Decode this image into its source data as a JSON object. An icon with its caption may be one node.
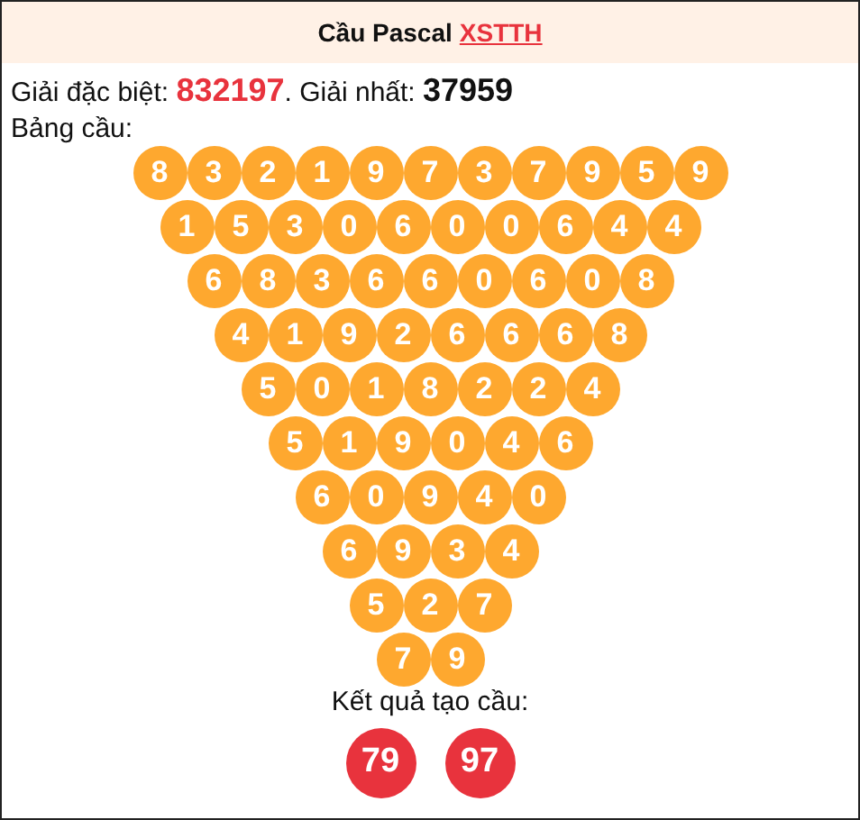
{
  "diagram": {
    "title": "Cầu Pascal",
    "nodes": [
      {
        "text": [
          "8"
        ]
      },
      {
        "text": [
          "3"
        ]
      },
      {
        "text": [
          "2"
        ]
      },
      {
        "text": [
          "1"
        ]
      },
      {
        "text": [
          "9"
        ]
      },
      {
        "text": [
          "7"
        ]
      },
      {
        "text": [
          "3"
        ]
      },
      {
        "text": [
          "7"
        ]
      },
      {
        "text": [
          "9"
        ]
      },
      {
        "text": [
          "5"
        ]
      },
      {
        "text": [
          "9"
        ]
      },
      {
        "text": [
          "1"
        ]
      },
      {
        "text": [
          "5"
        ]
      },
      {
        "text": [
          "3"
        ]
      },
      {
        "text": [
          "0"
        ]
      },
      {
        "text": [
          "6"
        ]
      },
      {
        "text": [
          "0"
        ]
      },
      {
        "text": [
          "0"
        ]
      },
      {
        "text": [
          "6"
        ]
      },
      {
        "text": [
          "4"
        ]
      },
      {
        "text": [
          "4"
        ]
      },
      {
        "text": [
          "6"
        ]
      },
      {
        "text": [
          "8"
        ]
      },
      {
        "text": [
          "3"
        ]
      },
      {
        "text": [
          "6"
        ]
      },
      {
        "text": [
          "6"
        ]
      },
      {
        "text": [
          "0"
        ]
      },
      {
        "text": [
          "6"
        ]
      },
      {
        "text": [
          "0"
        ]
      },
      {
        "text": [
          "8"
        ]
      },
      {
        "text": [
          "4"
        ]
      },
      {
        "text": [
          "1"
        ]
      },
      {
        "text": [
          "9"
        ]
      },
      {
        "text": [
          "2"
        ]
      },
      {
        "text": [
          "6"
        ]
      },
      {
        "text": [
          "6"
        ]
      },
      {
        "text": [
          "6"
        ]
      },
      {
        "text": [
          "8"
        ]
      },
      {
        "text": [
          "5"
        ]
      },
      {
        "text": [
          "0"
        ]
      },
      {
        "text": [
          "1"
        ]
      },
      {
        "text": [
          "8"
        ]
      },
      {
        "text": [
          "2"
        ]
      },
      {
        "text": [
          "2"
        ]
      },
      {
        "text": [
          "4"
        ]
      },
      {
        "text": [
          "5"
        ]
      },
      {
        "text": [
          "1"
        ]
      },
      {
        "text": [
          "9"
        ]
      },
      {
        "text": [
          "0"
        ]
      },
      {
        "text": [
          "4"
        ]
      },
      {
        "text": [
          "6"
        ]
      },
      {
        "text": [
          "6"
        ]
      },
      {
        "text": [
          "0"
        ]
      },
      {
        "text": [
          "9"
        ]
      },
      {
        "text": [
          "4"
        ]
      },
      {
        "text": [
          "0"
        ]
      },
      {
        "text": [
          "6"
        ]
      },
      {
        "text": [
          "9"
        ]
      },
      {
        "text": [
          "3"
        ]
      },
      {
        "text": [
          "4"
        ]
      },
      {
        "text": [
          "5"
        ]
      },
      {
        "text": [
          "2"
        ]
      },
      {
        "text": [
          "7"
        ]
      },
      {
        "text": [
          "7"
        ]
      },
      {
        "text": [
          "9"
        ]
      },
      {
        "text": [
          "79"
        ]
      },
      {
        "text": [
          "97"
        ]
      }
    ],
    "labels": [
      "XSTTH",
      "Giải đặc biệt: **832197**. Giải nhất: **37959**",
      "Bảng cầu:",
      "Kết quả tạo cầu:"
    ]
  }
}
